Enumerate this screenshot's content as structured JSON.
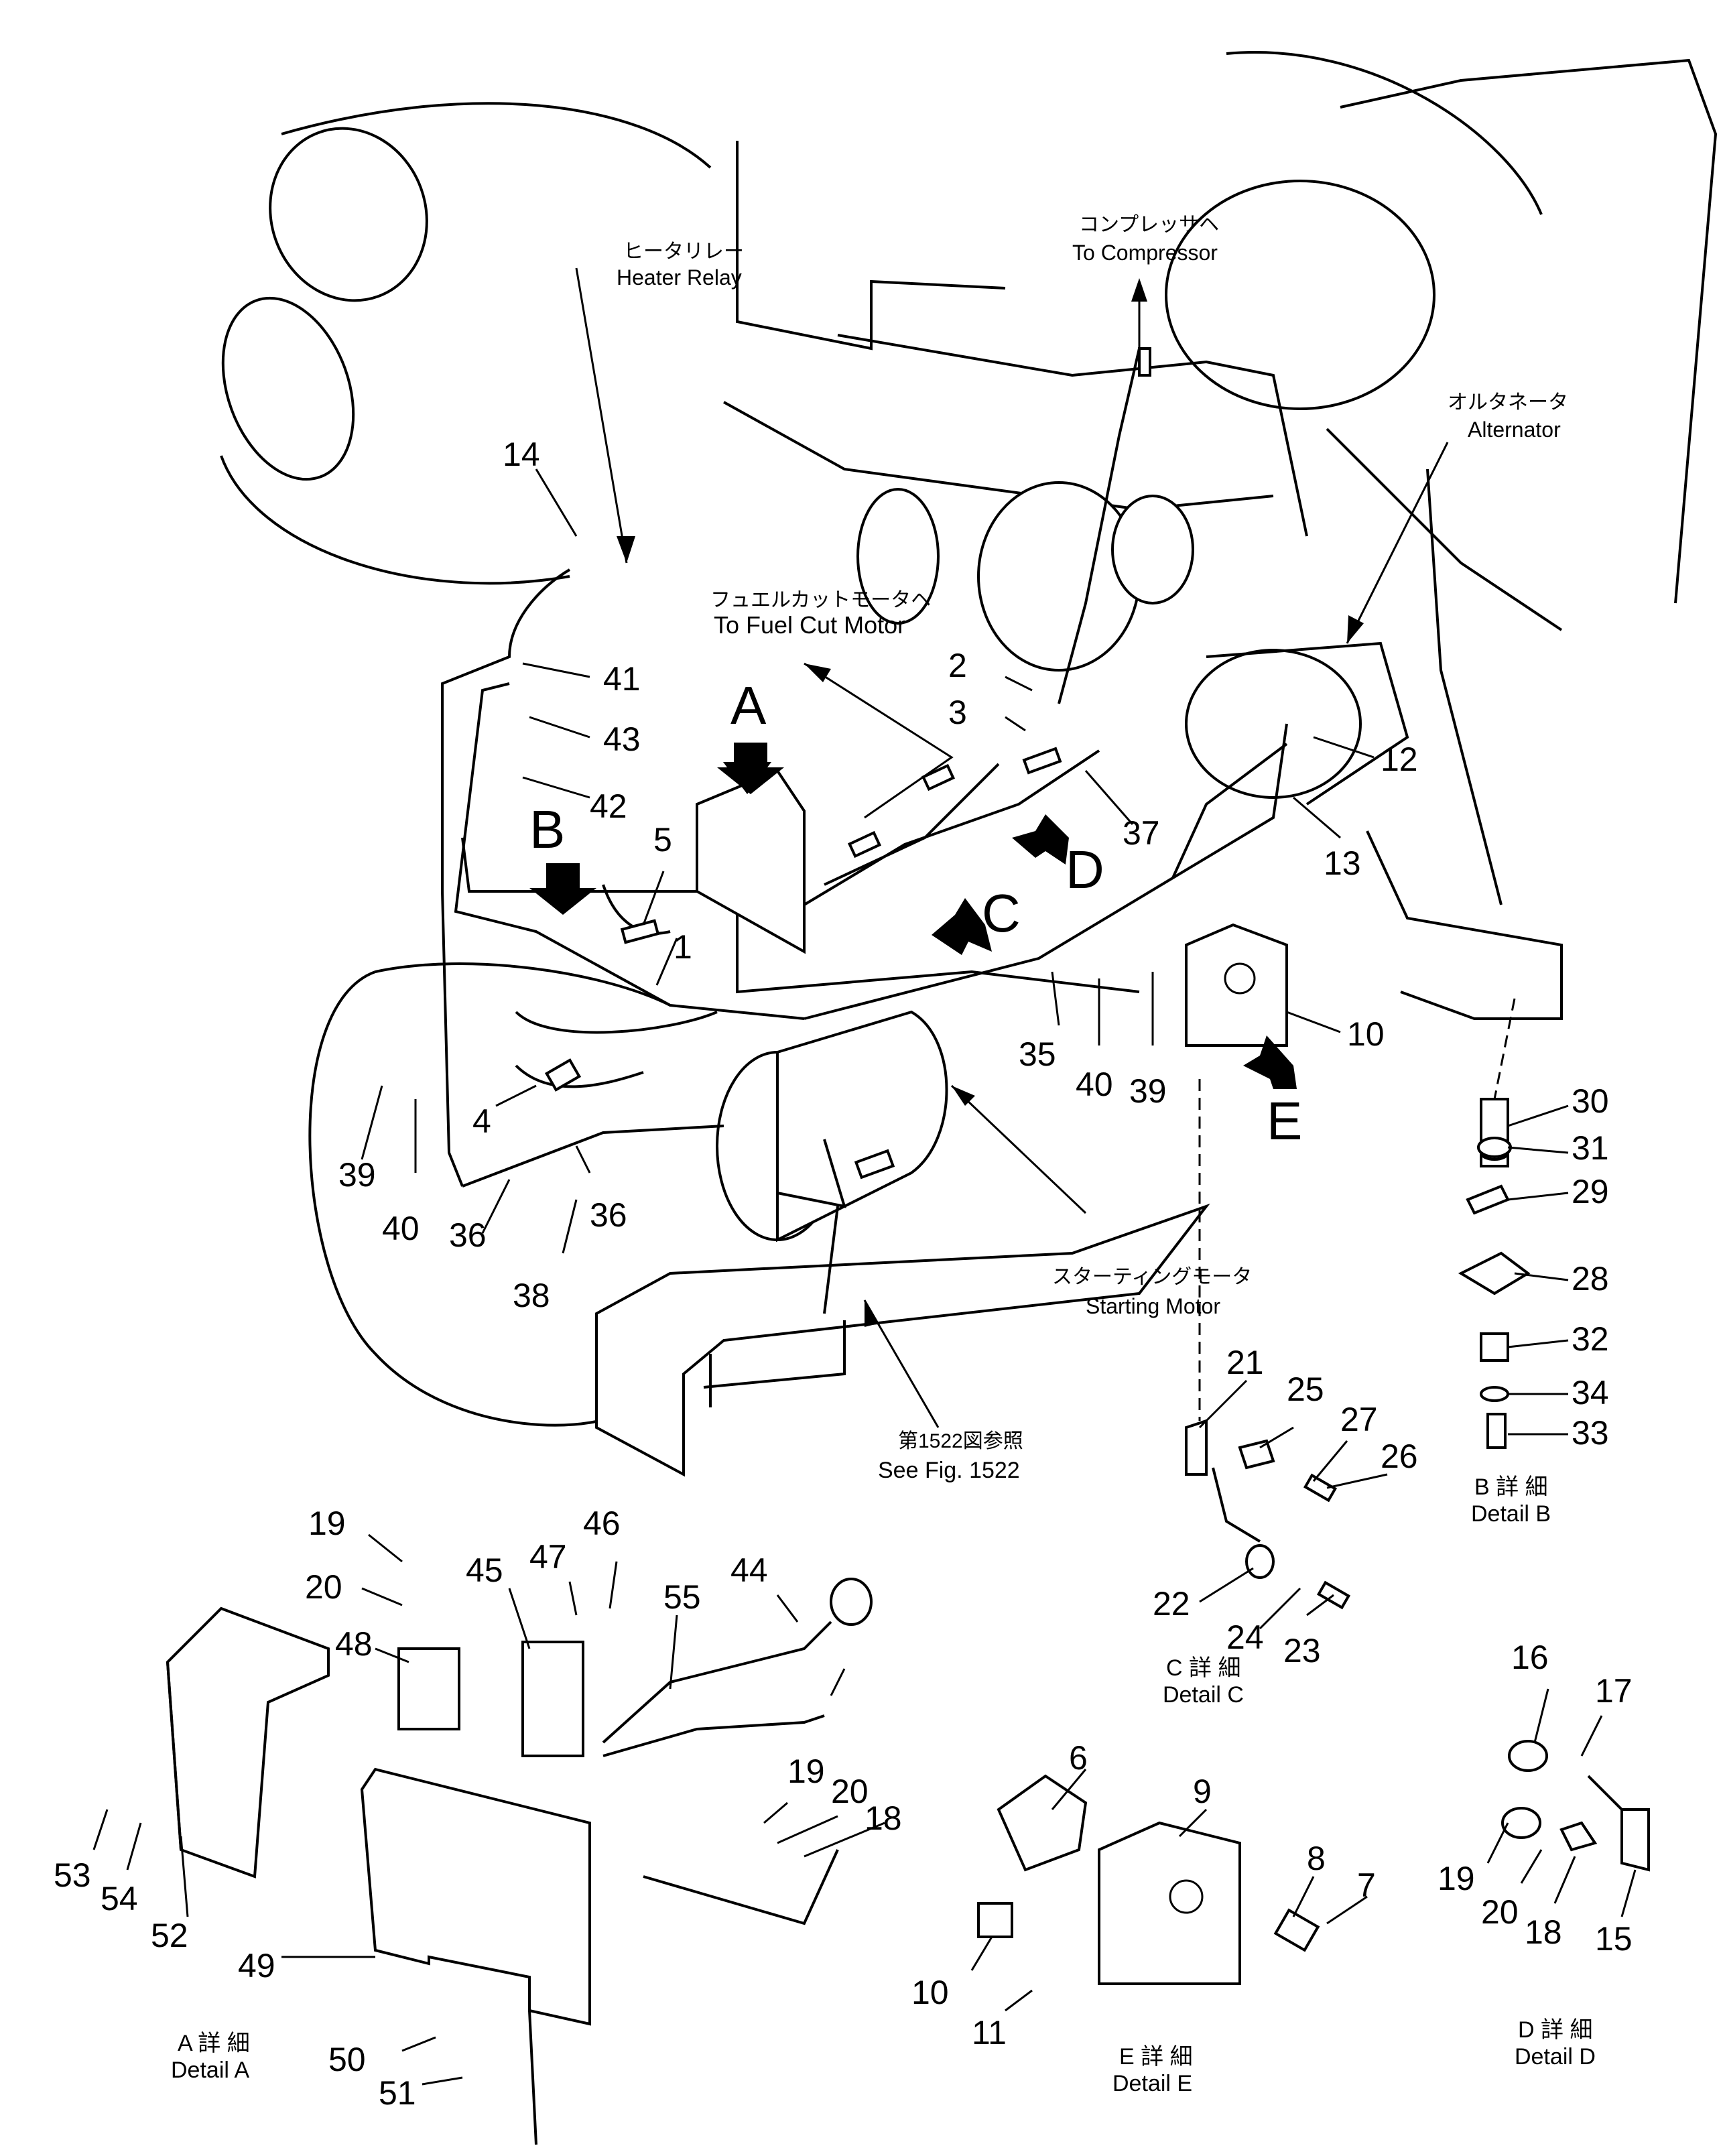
{
  "labels": {
    "heater_relay_jp": "ヒータリレー",
    "heater_relay_en": "Heater Relay",
    "compressor_jp": "コンプレッサヘ",
    "compressor_en": "To Compressor",
    "alternator_jp": "オルタネータ",
    "alternator_en": "Alternator",
    "fuel_cut_jp": "フュエルカットモータヘ",
    "fuel_cut_en": "To Fuel Cut Motor",
    "starting_motor_jp": "スターティングモータ",
    "starting_motor_en": "Starting Motor",
    "see_fig_jp": "第1522図参照",
    "see_fig_en": "See Fig. 1522"
  },
  "detail_letters": [
    "A",
    "B",
    "C",
    "D",
    "E"
  ],
  "details": {
    "a_jp": "A 詳 細",
    "a_en": "Detail A",
    "b_jp": "B 詳 細",
    "b_en": "Detail B",
    "c_jp": "C 詳 細",
    "c_en": "Detail C",
    "d_jp": "D 詳 細",
    "d_en": "Detail D",
    "e_jp": "E 詳 細",
    "e_en": "Detail E"
  },
  "part_numbers": [
    "1",
    "2",
    "3",
    "4",
    "5",
    "6",
    "7",
    "8",
    "9",
    "10",
    "11",
    "12",
    "13",
    "14",
    "15",
    "16",
    "17",
    "18",
    "19",
    "20",
    "21",
    "22",
    "23",
    "24",
    "25",
    "26",
    "27",
    "28",
    "29",
    "30",
    "31",
    "32",
    "33",
    "34",
    "35",
    "36",
    "37",
    "38",
    "39",
    "40",
    "41",
    "42",
    "43",
    "44",
    "45",
    "46",
    "47",
    "48",
    "49",
    "50",
    "51",
    "52",
    "53",
    "54",
    "55"
  ]
}
